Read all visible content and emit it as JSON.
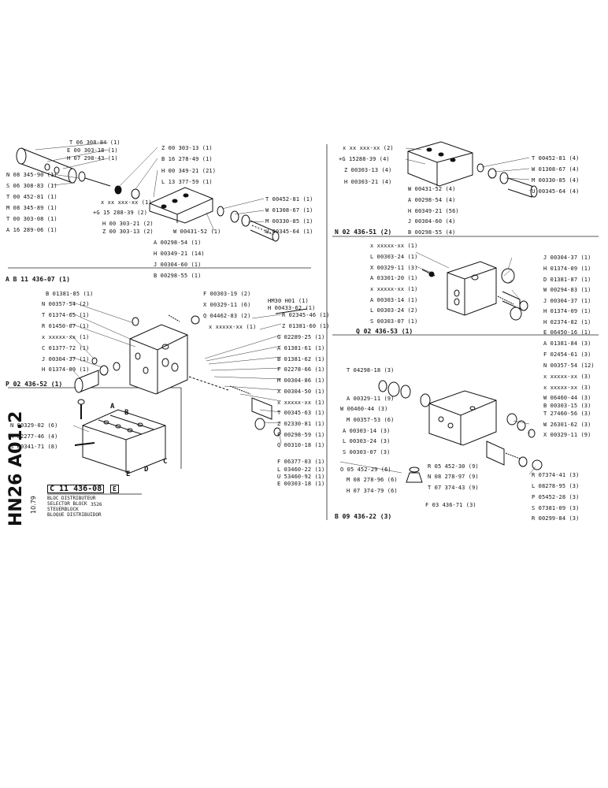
{
  "sheet": {
    "side_code": "HN26 A01.2",
    "date": "10.79",
    "part_number": "C 11 436-08",
    "part_flag": "E",
    "titles": [
      "BLOC DISTRIBUTEUR",
      "SELECTOR BLOCK",
      "STEUERBLOCK",
      "BLOQUE DISTRIBUIDOR"
    ],
    "ref": "3526"
  },
  "section_a": {
    "header": "A B 11 436-07 (1)",
    "labels": [
      "T 06 308-84 (1)",
      "E 00 303-18 (1)",
      "H 07 298-43 (1)",
      "Z 00 303-13 (1)",
      "B 16 278-49 (1)",
      "H 00 349-21 (21)",
      "L 13 377-59 (1)",
      "N 08 345-90 (1)",
      "S 06 308-83 (1)",
      "x xx xxx-xx (1)",
      "T 00 452-81 (1)",
      "M 08 345-89 (1)",
      "+G 15 288-39 (2)",
      "T 00 303-08 (1)",
      "H 00 303-21 (2)",
      "A 16 289-06 (1)",
      "Z 00 303-13 (2)",
      "T 00452-81 (1)",
      "W 01308-67 (1)",
      "M 00330-85 (1)",
      "U 00345-64 (1)",
      "W 00431-52 (1)",
      "A 00298-54 (1)",
      "H 00349-21 (14)",
      "J 00304-60 (1)",
      "B 00298-55 (1)"
    ]
  },
  "section_b": {
    "header": "N 02 436-51 (2)",
    "labels": [
      "x xx xxx-xx (2)",
      "+G 15288-39 (4)",
      "Z 00303-13 (4)",
      "H 00303-21 (4)",
      "T 00452-81 (4)",
      "W 01308-67 (4)",
      "M 00330-85 (4)",
      "U 00345-64 (4)",
      "W 00431-52 (4)",
      "A 00298-54 (4)",
      "H 00349-21 (56)",
      "J 00304-60 (4)",
      "B 00298-55 (4)"
    ]
  },
  "section_c": {
    "header": "Q 02 436-53 (1)",
    "labels": [
      "x xxxxx-xx (1)",
      "L 00303-24 (1)",
      "X 00329-11 (3)",
      "A 03301-20 (1)",
      "x xxxxx-xx (1)",
      "A 00303-14 (1)",
      "L 00303-24 (2)",
      "S 00303-07 (1)",
      "J 00304-37 (1)",
      "H 01374-09 (1)",
      "D 01381-87 (1)",
      "W 00294-83 (1)",
      "J 00304-37 (1)",
      "H 01374-09 (1)",
      "H 02374-82 (1)",
      "E 06450-16 (1)"
    ]
  },
  "section_d": {
    "header": "B 09 436-22 (3)",
    "sub": "F 03 436-71 (3)",
    "labels": [
      "A 01381-84 (3)",
      "F 02454-61 (3)",
      "N 00357-54 (12)",
      "T 04298-18 (3)",
      "x xxxxx-xx (3)",
      "x xxxxx-xx (3)",
      "A 00329-11 (9)",
      "W 06460-44 (3)",
      "B 00303-15 (3)",
      "W 06460-44 (3)",
      "T 27460-56 (3)",
      "M 00357-53 (6)",
      "W 26301-62 (3)",
      "A 00303-14 (3)",
      "X 00329-11 (9)",
      "L 00303-24 (3)",
      "S 00303-07 (3)",
      "R 05 452-30 (9)",
      "O 05 452-29 (6)",
      "N 08 278-97 (9)",
      "M 08 278-96 (6)",
      "R 07374-41 (3)",
      "H 07 374-79 (6)",
      "T 07 374-43 (9)",
      "L 08278-95 (3)",
      "P 05452-28 (3)",
      "S 07381-09 (3)",
      "R 00299-84 (3)"
    ]
  },
  "section_e": {
    "header": "P 02 436-52 (1)",
    "labels": [
      "F 00303-19 (2)",
      "B 01381-85 (1)",
      "X 00329-11 (6)",
      "N 00357-54 (2)",
      "Q 04462-83 (2)",
      "T 01374-65 (1)",
      "x xxxxx-xx (1)",
      "R 01450-07 (1)",
      "R 02345-46 (1)",
      "x xxxxx-xx (1)",
      "Z 01381-60 (1)",
      "C 01377-72 (1)",
      "G 02289-25 (1)",
      "J 00304-37 (1)",
      "A 01381-61 (1)",
      "H 01374-09 (1)",
      "B 01381-62 (1)",
      "F 02278-66 (1)",
      "M 00304-86 (1)",
      "X 00304-50 (1)",
      "x xxxxx-xx (1)",
      "T 00345-63 (1)",
      "Z 02330-81 (1)",
      "F 00298-59 (1)",
      "Q 00310-18 (1)",
      "F 06377-03 (1)",
      "L 03460-22 (1)",
      "U 53460-92 (1)",
      "E 00303-18 (1)",
      "HM30 H01 (1)",
      "H 00433-62 (1)"
    ]
  },
  "assembly": {
    "labels": [
      "N 00329-02 (6)",
      "A 02277-46 (4)",
      "S 00341-71 (8)"
    ],
    "letters": [
      "A",
      "B",
      "C",
      "D",
      "E"
    ]
  }
}
